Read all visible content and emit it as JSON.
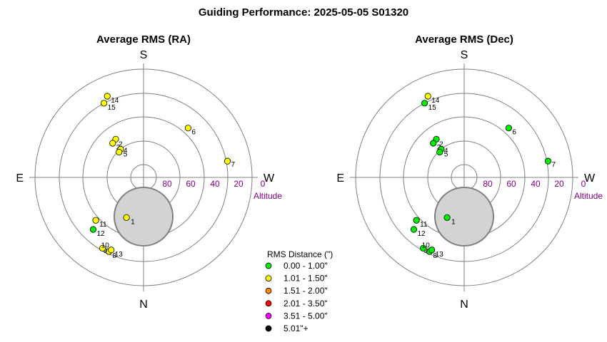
{
  "title": "Guiding Performance: 2025-05-05 S01320",
  "chart_data": [
    {
      "type": "scatter",
      "subtype": "polar-sky-plot",
      "title": "Average RMS (RA)",
      "directions": {
        "top": "S",
        "bottom": "N",
        "left": "E",
        "right": "W"
      },
      "altitude_ticks": [
        "80",
        "60",
        "40",
        "20",
        "0"
      ],
      "altitude_label": "Altitude",
      "altitude_range": [
        0,
        90
      ],
      "rings_altitude": [
        80,
        60,
        40,
        20,
        0
      ],
      "center_disc": "gray",
      "points": [
        {
          "label": "1",
          "azimuth": 23,
          "altitude": 54,
          "color": "#ffff00"
        },
        {
          "label": "2",
          "azimuth": 144,
          "altitude": 51,
          "color": "#ffff00"
        },
        {
          "label": "3",
          "azimuth": 138,
          "altitude": 52,
          "color": "#ffff00"
        },
        {
          "label": "4",
          "azimuth": 141,
          "altitude": 60,
          "color": "#ffff00"
        },
        {
          "label": "5",
          "azimuth": 136,
          "altitude": 61,
          "color": "#ffff00"
        },
        {
          "label": "6",
          "azimuth": 222,
          "altitude": 35,
          "color": "#ffff00"
        },
        {
          "label": "7",
          "azimuth": 259,
          "altitude": 19,
          "color": "#ffff00"
        },
        {
          "label": "8",
          "azimuth": 25,
          "altitude": 22,
          "color": "#ffff00"
        },
        {
          "label": "9",
          "azimuth": 25,
          "altitude": 22,
          "color": "#ffff00"
        },
        {
          "label": "10",
          "azimuth": 30,
          "altitude": 22,
          "color": "#ffff00"
        },
        {
          "label": "11",
          "azimuth": 48,
          "altitude": 37,
          "color": "#ffff00"
        },
        {
          "label": "12",
          "azimuth": 44,
          "altitude": 30,
          "color": "#00ee00"
        },
        {
          "label": "13",
          "azimuth": 24,
          "altitude": 24,
          "color": "#ffff00"
        },
        {
          "label": "14",
          "azimuth": 156,
          "altitude": 16,
          "color": "#ffff00"
        },
        {
          "label": "15",
          "azimuth": 152,
          "altitude": 20,
          "color": "#ffff00"
        }
      ]
    },
    {
      "type": "scatter",
      "subtype": "polar-sky-plot",
      "title": "Average RMS (Dec)",
      "directions": {
        "top": "S",
        "bottom": "N",
        "left": "E",
        "right": "W"
      },
      "altitude_ticks": [
        "80",
        "60",
        "40",
        "20",
        "0"
      ],
      "altitude_label": "Altitude",
      "altitude_range": [
        0,
        90
      ],
      "rings_altitude": [
        80,
        60,
        40,
        20,
        0
      ],
      "center_disc": "gray",
      "points": [
        {
          "label": "1",
          "azimuth": 23,
          "altitude": 54,
          "color": "#00ee00"
        },
        {
          "label": "2",
          "azimuth": 144,
          "altitude": 51,
          "color": "#00ee00"
        },
        {
          "label": "3",
          "azimuth": 138,
          "altitude": 52,
          "color": "#00ee00"
        },
        {
          "label": "4",
          "azimuth": 141,
          "altitude": 60,
          "color": "#00ee00"
        },
        {
          "label": "5",
          "azimuth": 136,
          "altitude": 61,
          "color": "#00ee00"
        },
        {
          "label": "6",
          "azimuth": 222,
          "altitude": 35,
          "color": "#00ee00"
        },
        {
          "label": "7",
          "azimuth": 259,
          "altitude": 19,
          "color": "#00ee00"
        },
        {
          "label": "8",
          "azimuth": 25,
          "altitude": 22,
          "color": "#ff8c00"
        },
        {
          "label": "9",
          "azimuth": 25,
          "altitude": 22,
          "color": "#00ee00"
        },
        {
          "label": "10",
          "azimuth": 30,
          "altitude": 22,
          "color": "#00ee00"
        },
        {
          "label": "11",
          "azimuth": 48,
          "altitude": 37,
          "color": "#00ee00"
        },
        {
          "label": "12",
          "azimuth": 44,
          "altitude": 30,
          "color": "#00ee00"
        },
        {
          "label": "13",
          "azimuth": 24,
          "altitude": 24,
          "color": "#00ee00"
        },
        {
          "label": "14",
          "azimuth": 156,
          "altitude": 16,
          "color": "#ffff00"
        },
        {
          "label": "15",
          "azimuth": 152,
          "altitude": 20,
          "color": "#00ee00"
        }
      ]
    }
  ],
  "legend": {
    "title": "RMS Distance (\")",
    "placement": "bottom-center",
    "items": [
      {
        "label": "0.00 - 1.00\"",
        "color": "#00ee00"
      },
      {
        "label": "1.01 - 1.50\"",
        "color": "#ffff00"
      },
      {
        "label": "1.51 - 2.00\"",
        "color": "#ff8c00"
      },
      {
        "label": "2.01 - 3.50\"",
        "color": "#ff0000"
      },
      {
        "label": "3.51 - 5.00\"",
        "color": "#ff00ff"
      },
      {
        "label": "5.01\"+",
        "color": "#000000"
      }
    ]
  },
  "colors": {
    "ring": "#808080",
    "tick_label": "#800080",
    "disc_fill": "#d3d3d3",
    "disc_stroke": "#808080"
  }
}
